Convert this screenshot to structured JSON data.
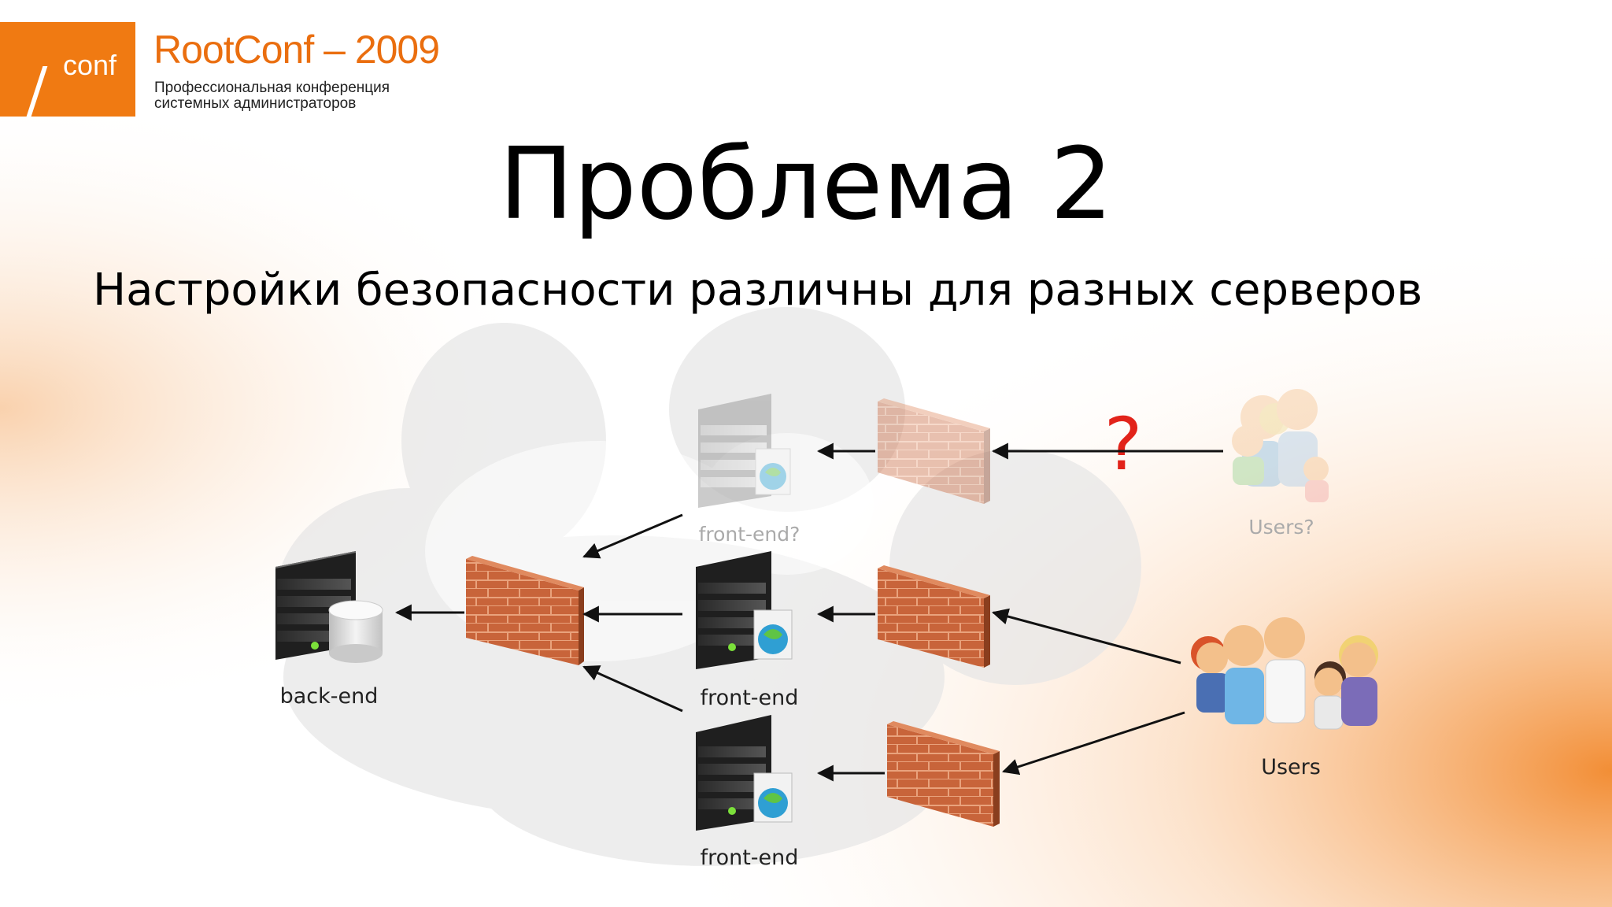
{
  "header": {
    "logo_text": "conf",
    "brand_title": "RootConf – 2009",
    "brand_subtitle_line1": "Профессиональная конференция",
    "brand_subtitle_line2": "системных администраторов"
  },
  "slide": {
    "title": "Проблема 2",
    "subtitle": "Настройки безопасности различны для разных серверов"
  },
  "diagram": {
    "nodes": {
      "backend_label": "back-end",
      "frontend_question_label": "front-end?",
      "frontend_mid_label": "front-end",
      "frontend_bottom_label": "front-end",
      "users_question_label": "Users?",
      "users_label": "Users",
      "question_mark": "?"
    }
  },
  "colors": {
    "brand_orange": "#f07a12",
    "brick": "#c8643a",
    "question_mark": "#e2231a"
  }
}
